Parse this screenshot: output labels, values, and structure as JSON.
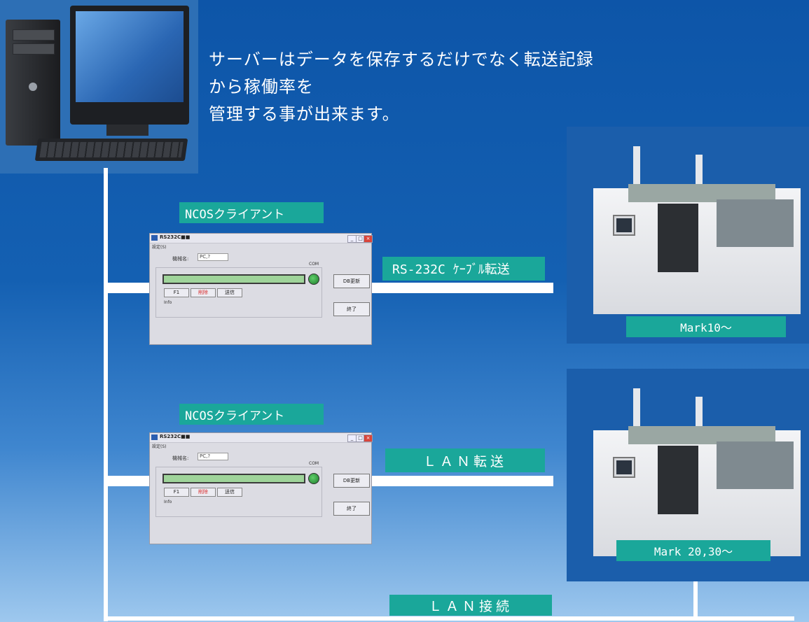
{
  "description": {
    "line1": "サーバーはデータを保存するだけでなく転送記録から稼働率を",
    "line2": "管理する事が出来ます。"
  },
  "labels": {
    "client_top": "NCOSクライアント",
    "client_bottom": "NCOSクライアント",
    "rs232c": "RS-232C ｹｰﾌﾞﾙ転送",
    "lan_transfer": "ＬＡＮ転送",
    "lan_connect": "ＬＡＮ接続",
    "machine_top": "Mark10～",
    "machine_bottom": "Mark 20,30～"
  },
  "client_window": {
    "title": "RS232C■■",
    "menu": "設定(S)",
    "machine_name_label": "機械名:",
    "machine_name_value": "PC,?",
    "port": "COM",
    "buttons": {
      "f1": "F1",
      "delete": "削除",
      "send": "送信",
      "db_update": "DB更新",
      "exit": "終了"
    },
    "info": "Info"
  },
  "colors": {
    "label_bg": "#1aa79a",
    "line": "#ffffff",
    "delete_text": "#d93030"
  }
}
